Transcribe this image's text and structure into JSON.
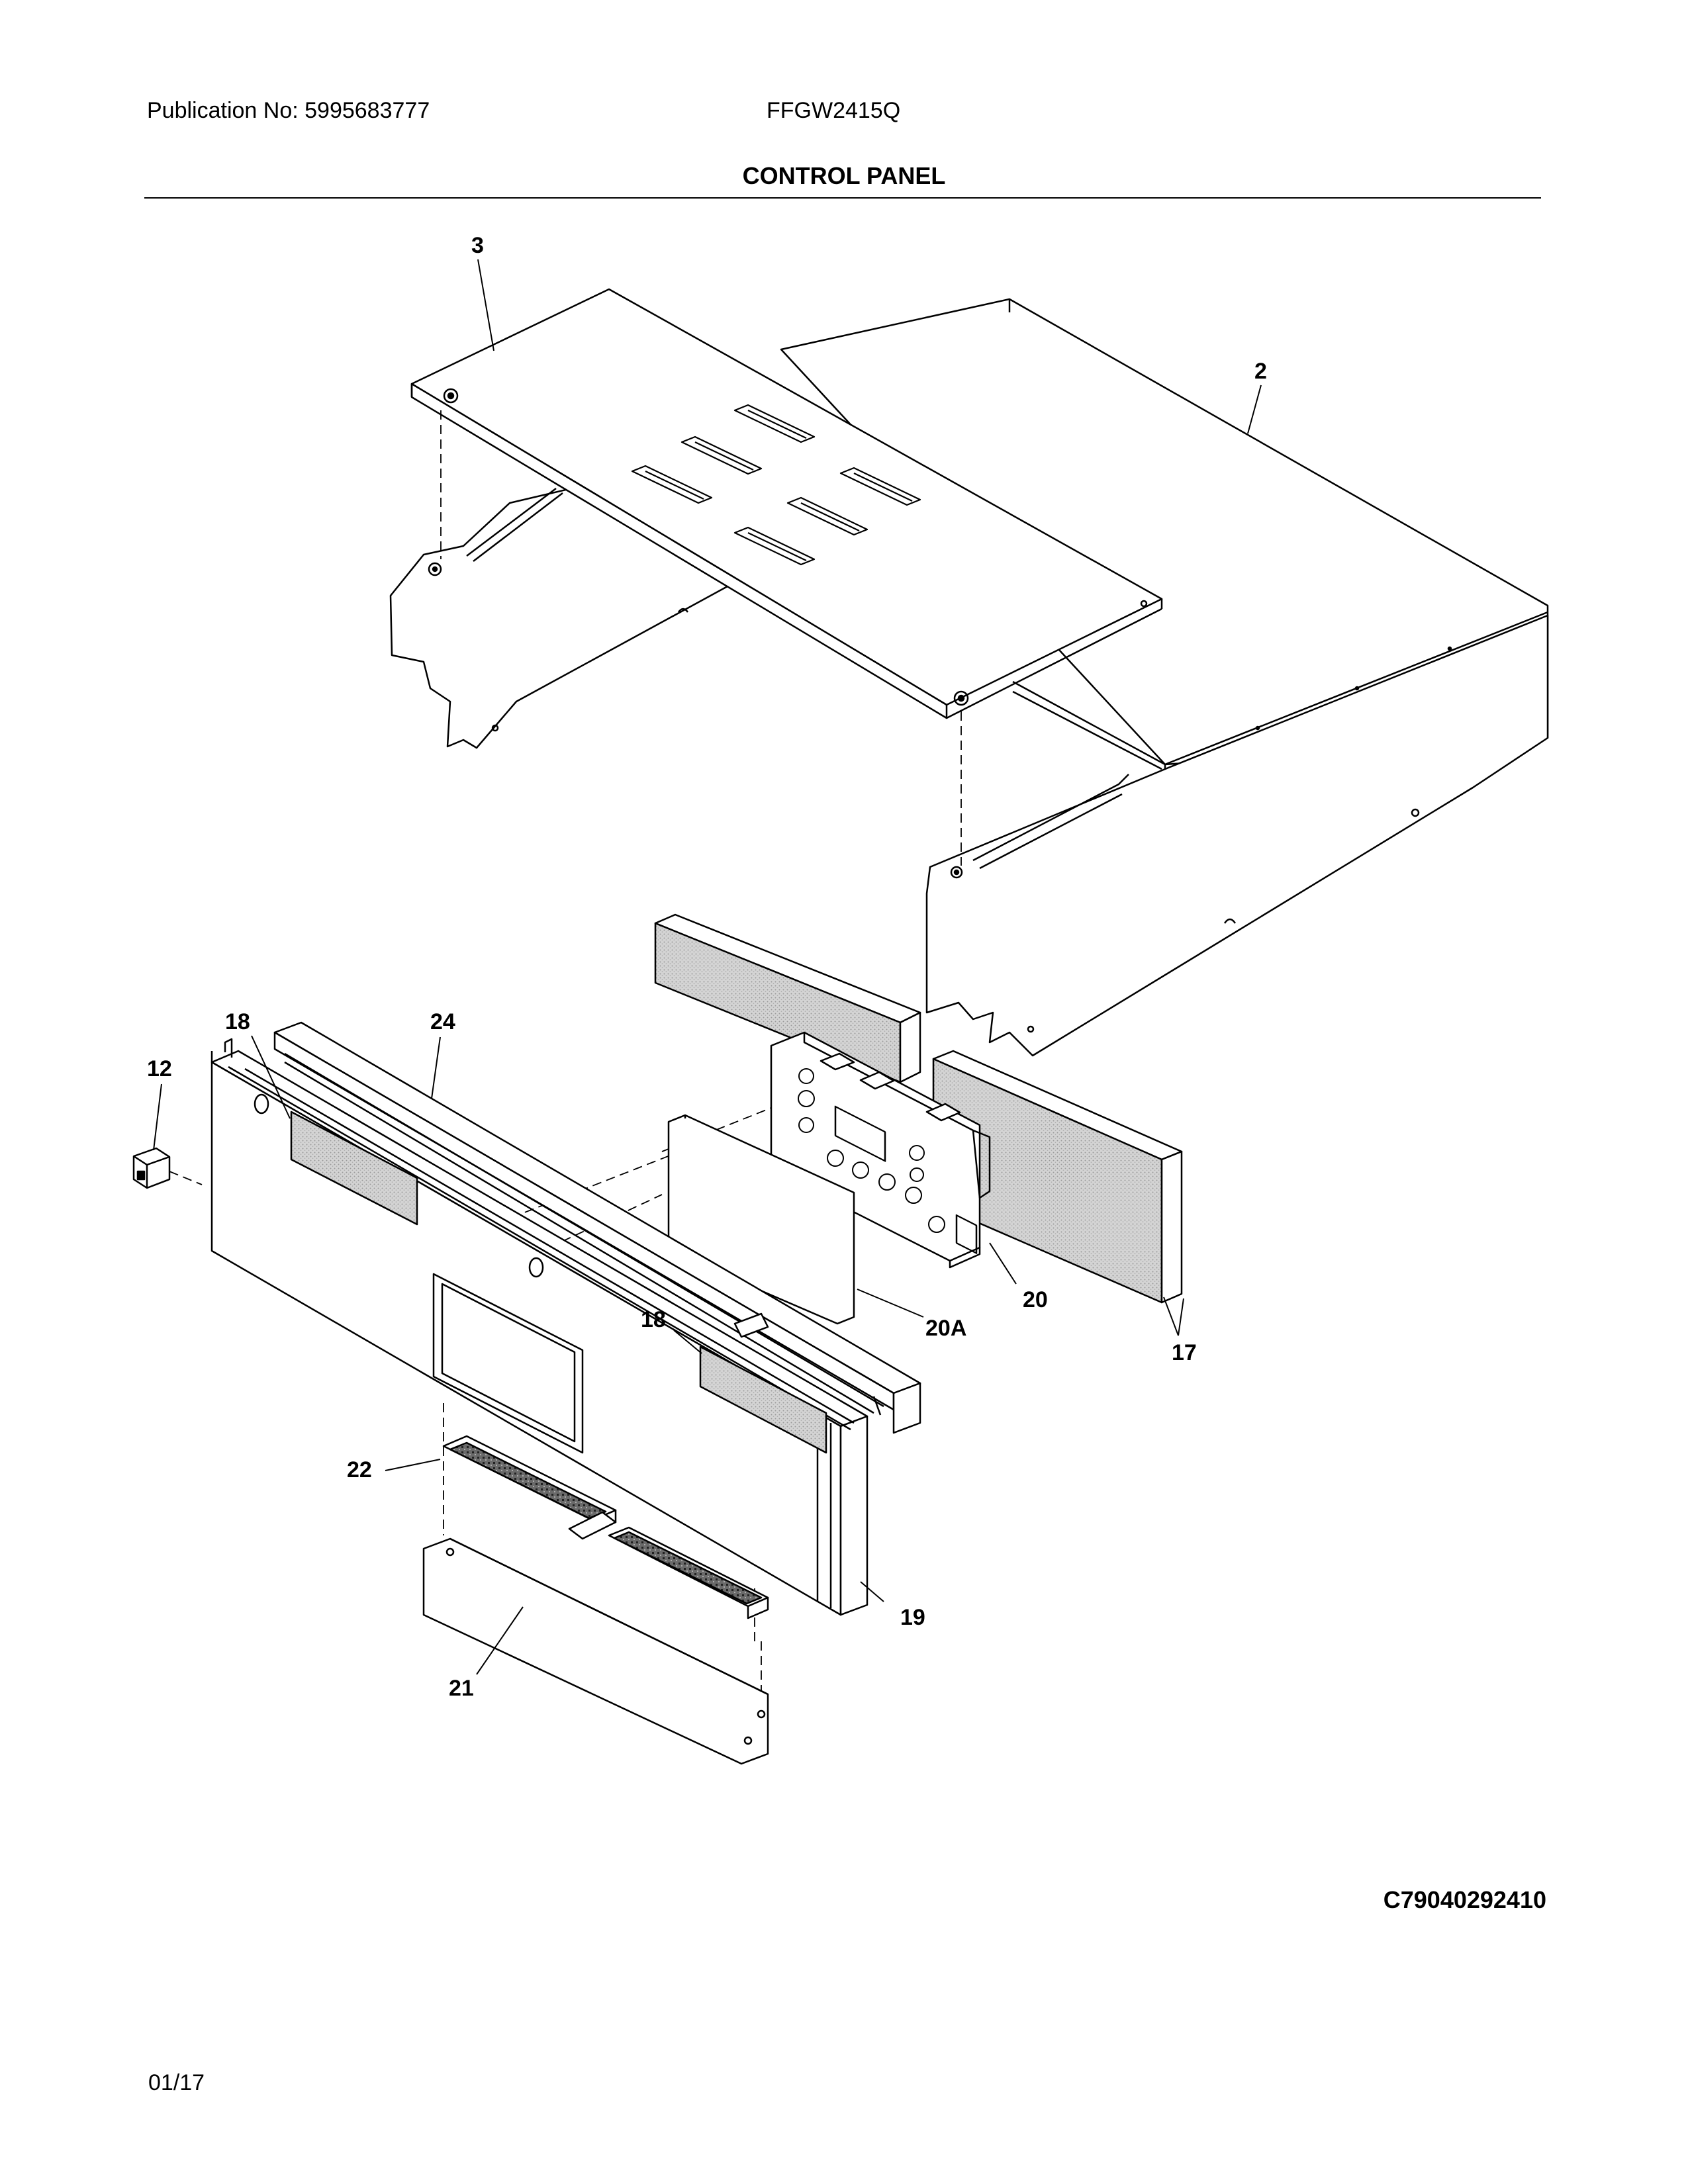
{
  "header": {
    "publication": "Publication No: 5995683777",
    "model": "FFGW2415Q",
    "title": "CONTROL PANEL"
  },
  "callouts": {
    "c3": "3",
    "c2": "2",
    "c18a": "18",
    "c24": "24",
    "c12": "12",
    "c20": "20",
    "c20a": "20A",
    "c17": "17",
    "c18b": "18",
    "c22": "22",
    "c19": "19",
    "c21": "21"
  },
  "footer": {
    "diagram_code": "C79040292410",
    "date": "01/17"
  }
}
